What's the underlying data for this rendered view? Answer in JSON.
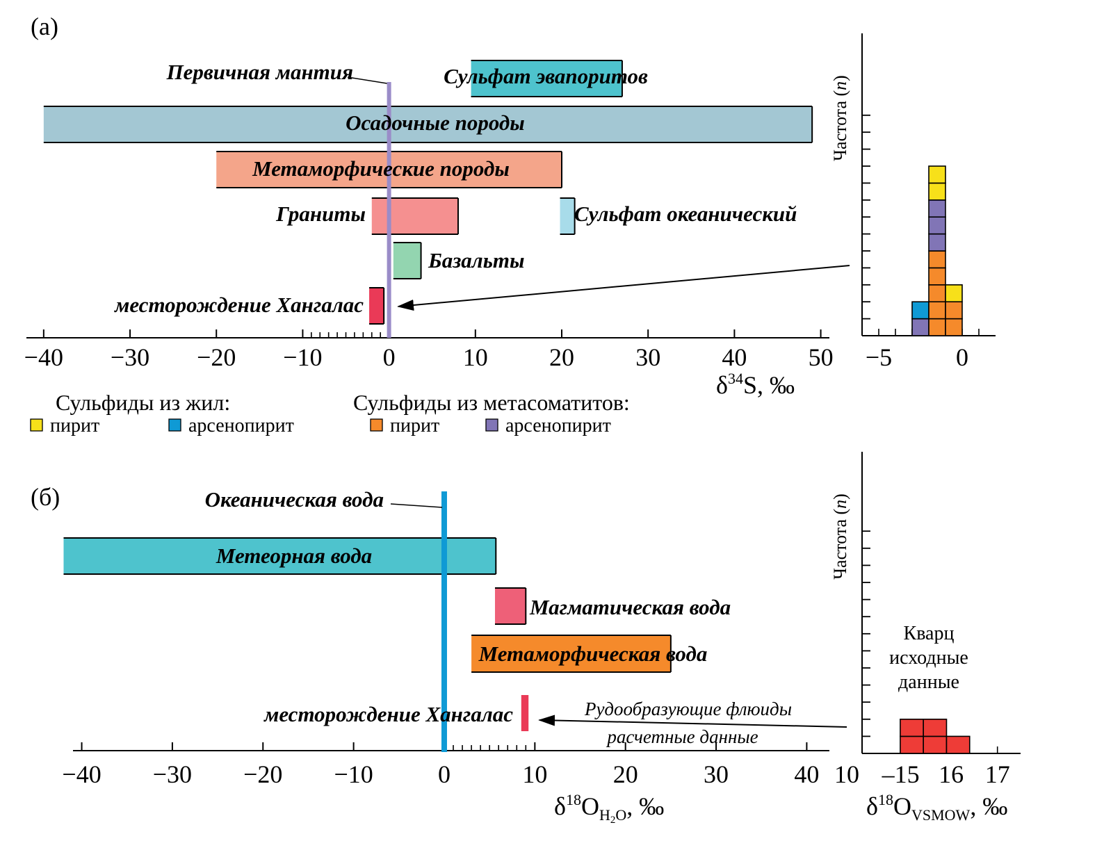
{
  "chart_data": [
    {
      "type": "range",
      "panel_label": "(а)",
      "xlabel": "δ³⁴S, ‰",
      "xticks": [
        -40,
        -30,
        -20,
        -10,
        0,
        10,
        20,
        30,
        40,
        50
      ],
      "xtick_labels": [
        "−40",
        "−30",
        "−20",
        "−10",
        "0",
        "10",
        "20",
        "30",
        "40",
        "50"
      ],
      "xlim": [
        -42,
        51
      ],
      "ranges": [
        {
          "label": "Сульфат эвапоритов",
          "from": 9.5,
          "to": 27,
          "color": "#4ec3cd"
        },
        {
          "label": "Осадочные породы",
          "from": -40,
          "to": 49,
          "color": "#a3c7d3"
        },
        {
          "label": "Метаморфические породы",
          "from": -20,
          "to": 20,
          "color": "#f4a58a"
        },
        {
          "label": "Граниты",
          "from": -2,
          "to": 8,
          "color": "#f59090"
        },
        {
          "label": "Сульфат океанический",
          "from": 19.8,
          "to": 21.5,
          "color": "#a8dcea"
        },
        {
          "label": "Базальты",
          "from": 0.5,
          "to": 3.7,
          "color": "#93d5b0"
        },
        {
          "label": "месторождение Хангалас",
          "from": -2.3,
          "to": -0.6,
          "color": "#ea3a57"
        }
      ],
      "reference_line": {
        "label": "Первичная мантия",
        "x": 0,
        "color": "#9a8cc8"
      },
      "histogram": {
        "ylabel": "Частота (n)",
        "xticks": [
          -5,
          0
        ],
        "xtick_labels": [
          "−5",
          "0"
        ],
        "xlim": [
          -6,
          2
        ],
        "bins": [
          {
            "x0": -3,
            "x1": -2,
            "stack": [
              "арсенопирит (метасоматиты)",
              "арсенопирит (жилы)"
            ]
          },
          {
            "x0": -2,
            "x1": -1,
            "stack": [
              "пирит (метасоматиты)",
              "пирит (метасоматиты)",
              "пирит (метасоматиты)",
              "пирит (метасоматиты)",
              "пирит (метасоматиты)",
              "арсенопирит (метасоматиты)",
              "арсенопирит (метасоматиты)",
              "арсенопирит (метасоматиты)",
              "пирит (жилы)",
              "пирит (жилы)"
            ]
          },
          {
            "x0": -1,
            "x1": 0,
            "stack": [
              "пирит (метасоматиты)",
              "пирит (метасоматиты)",
              "пирит (жилы)"
            ]
          }
        ]
      },
      "legend": {
        "group1_title": "Сульфиды из жил:",
        "group2_title": "Сульфиды из метасоматитов:",
        "items": [
          {
            "label": "пирит",
            "color": "#f7e01a",
            "group": 1
          },
          {
            "label": "арсенопирит",
            "color": "#0f9ad5",
            "group": 1
          },
          {
            "label": "пирит",
            "color": "#f58a2b",
            "group": 2
          },
          {
            "label": "арсенопирит",
            "color": "#8175b6",
            "group": 2
          }
        ]
      }
    },
    {
      "type": "range",
      "panel_label": "(б)",
      "xlabel": "δ¹⁸O H₂O, ‰",
      "xticks": [
        -40,
        -30,
        -20,
        -10,
        0,
        10,
        20,
        30,
        40
      ],
      "xtick_labels": [
        "−40",
        "−30",
        "−20",
        "−10",
        "0",
        "10",
        "20",
        "30",
        "40"
      ],
      "xlim": [
        -41.5,
        42.5
      ],
      "ranges": [
        {
          "label": "Метеорная вода",
          "from": -42,
          "to": 5.7,
          "color": "#4ec3cd"
        },
        {
          "label": "Магматическая вода",
          "from": 5.6,
          "to": 9,
          "color": "#ee6078"
        },
        {
          "label": "Метаморфическая вода",
          "from": 3,
          "to": 25,
          "color": "#f58a2b"
        },
        {
          "label": "месторождение Хангалас",
          "from": 8.5,
          "to": 9.3,
          "color": "#ea3a57"
        }
      ],
      "reference_line": {
        "label": "Океаническая вода",
        "x": 0,
        "color": "#0f9ad5"
      },
      "annotation": {
        "line1": "Рудообразующие флюиды",
        "line2": "расчетные данные"
      },
      "histogram": {
        "ylabel": "Частота (n)",
        "xticks": [
          10,
          15,
          16,
          17
        ],
        "xtick_labels": [
          "10",
          "–15",
          "16",
          "17"
        ],
        "xlim": [
          14,
          17.5
        ],
        "bin_values": [
          {
            "x0": 14.9,
            "x1": 15.4,
            "count": 2
          },
          {
            "x0": 15.4,
            "x1": 15.9,
            "count": 2
          },
          {
            "x0": 15.9,
            "x1": 16.4,
            "count": 1
          }
        ],
        "bar_color": "#ee3c37",
        "label": {
          "line1": "Кварц",
          "line2": "исходные",
          "line3": "данные"
        },
        "xlabel": "δ¹⁸O VSMOW, ‰"
      }
    }
  ]
}
